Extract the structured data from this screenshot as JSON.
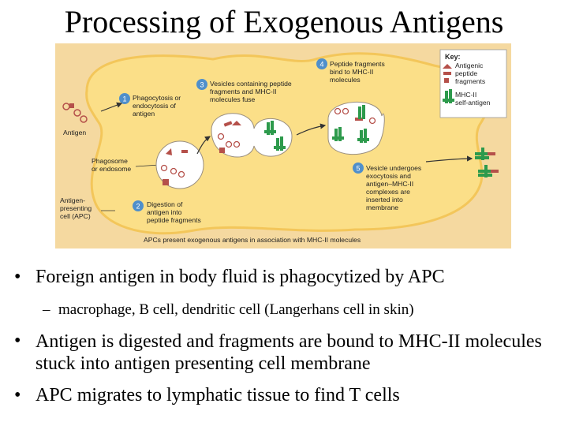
{
  "title": "Processing of Exogenous Antigens",
  "figure": {
    "colors": {
      "cell_fill": "#fbdf88",
      "cell_stroke": "#f3c65a",
      "panel_bg": "#f5d9a0",
      "step_badge": "#4f8fcb",
      "antigen": "#b5504a",
      "mhc": "#2d9a4c",
      "arrow": "#333333"
    },
    "labels": {
      "antigen": "Antigen",
      "phagosome": [
        "Phagosome",
        "or endosome"
      ],
      "apc": [
        "Antigen-",
        "presenting",
        "cell (APC)"
      ],
      "caption": "APCs present exogenous antigens in association with MHC-II molecules"
    },
    "steps": [
      {
        "num": "1",
        "lines": [
          "Phagocytosis or",
          "endocytosis of",
          "antigen"
        ]
      },
      {
        "num": "2",
        "lines": [
          "Digestion of",
          "antigen into",
          "peptide fragments"
        ]
      },
      {
        "num": "3",
        "lines": [
          "Vesicles containing peptide",
          "fragments and MHC-II",
          "molecules fuse"
        ]
      },
      {
        "num": "4",
        "lines": [
          "Peptide fragments",
          "bind to MHC-II",
          "molecules"
        ]
      },
      {
        "num": "5",
        "lines": [
          "Vesicle undergoes",
          "exocytosis and",
          "antigen–MHC-II",
          "complexes are",
          "inserted into",
          "membrane"
        ]
      }
    ],
    "key": {
      "title": "Key:",
      "items": [
        {
          "icon": "antigenic-peptide-icon",
          "lines": [
            "Antigenic",
            "peptide",
            "fragments"
          ]
        },
        {
          "icon": "mhc-ii-icon",
          "lines": [
            "MHC-II",
            "self-antigen"
          ]
        }
      ]
    }
  },
  "bullets": [
    {
      "level": 1,
      "marker": "•",
      "text": "Foreign antigen in body fluid is phagocytized by APC"
    },
    {
      "level": 2,
      "marker": "–",
      "text": "macrophage, B cell, dendritic cell (Langerhans cell in skin)"
    },
    {
      "level": 1,
      "marker": "•",
      "text": "Antigen is digested and fragments are bound to MHC-II molecules stuck into antigen presenting cell membrane"
    },
    {
      "level": 1,
      "marker": "•",
      "text": "APC migrates to lymphatic tissue to find T cells"
    }
  ]
}
